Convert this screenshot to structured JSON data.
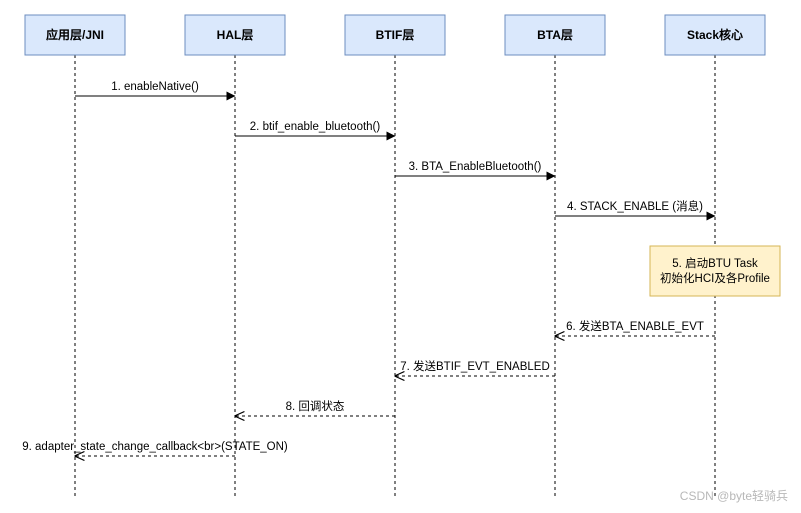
{
  "colors": {
    "participant_fill": "#dae8fc",
    "participant_stroke": "#6c8ebf",
    "lifeline": "#000000",
    "arrow": "#000000",
    "note_fill": "#fff2cc",
    "note_stroke": "#d6b656",
    "watermark": "#b8b8b8"
  },
  "participants": [
    {
      "id": "app",
      "label": "应用层/JNI"
    },
    {
      "id": "hal",
      "label": "HAL层"
    },
    {
      "id": "btif",
      "label": "BTIF层"
    },
    {
      "id": "bta",
      "label": "BTA层"
    },
    {
      "id": "stack",
      "label": "Stack核心"
    }
  ],
  "messages": [
    {
      "from": "app",
      "to": "hal",
      "style": "solid",
      "label": "1. enableNative()"
    },
    {
      "from": "hal",
      "to": "btif",
      "style": "solid",
      "label": "2. btif_enable_bluetooth()"
    },
    {
      "from": "btif",
      "to": "bta",
      "style": "solid",
      "label": "3. BTA_EnableBluetooth()"
    },
    {
      "from": "bta",
      "to": "stack",
      "style": "solid",
      "label": "4. STACK_ENABLE (消息)"
    },
    {
      "from": "stack",
      "to": "bta",
      "style": "dashed",
      "label": "6. 发送BTA_ENABLE_EVT"
    },
    {
      "from": "bta",
      "to": "btif",
      "style": "dashed",
      "label": "7. 发送BTIF_EVT_ENABLED"
    },
    {
      "from": "btif",
      "to": "hal",
      "style": "dashed",
      "label": "8. 回调状态"
    },
    {
      "from": "hal",
      "to": "app",
      "style": "dashed",
      "label": "9. adapter_state_change_callback<br>(STATE_ON)"
    }
  ],
  "note": {
    "over": "stack",
    "lines": [
      "5. 启动BTU Task",
      "初始化HCI及各Profile"
    ]
  },
  "watermark": "CSDN @byte轻骑兵"
}
